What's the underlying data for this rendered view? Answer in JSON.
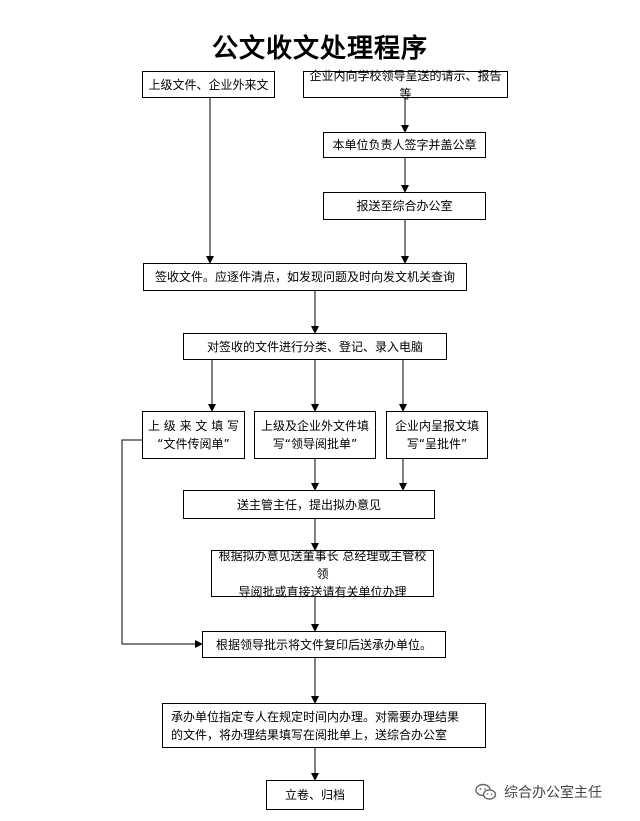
{
  "title": "公文收文处理程序",
  "boxes": {
    "b1": "上级文件、企业外来文",
    "b2": "企业内向学校领导呈送的请示、报告等",
    "b3": "本单位负责人签字并盖公章",
    "b4": "报送至综合办公室",
    "b5": "签收文件。应逐件清点，如发现问题及时向发文机关查询",
    "b6": "对签收的文件进行分类、登记、录入电脑",
    "b7": "上 级 来 文 填 写\n“文件传阅单”",
    "b8": "上级及企业外文件填\n写“领导阅批单”",
    "b9": "企业内呈报文填\n写“呈批件”",
    "b10": "送主管主任，提出拟办意见",
    "b11": "根据拟办意见送董事长 总经理或主管校领\n导阅批或直接送请有关单位办理",
    "b12": "根据领导批示将文件复印后送承办单位。",
    "b13": "承办单位指定专人在规定时间内办理。对需要办理结果\n的文件，将办理结果填写在阅批单上，送综合办公室",
    "b14": "立卷、归档"
  },
  "watermark": {
    "text": "综合办公室主任",
    "icon": "wechat-icon"
  }
}
